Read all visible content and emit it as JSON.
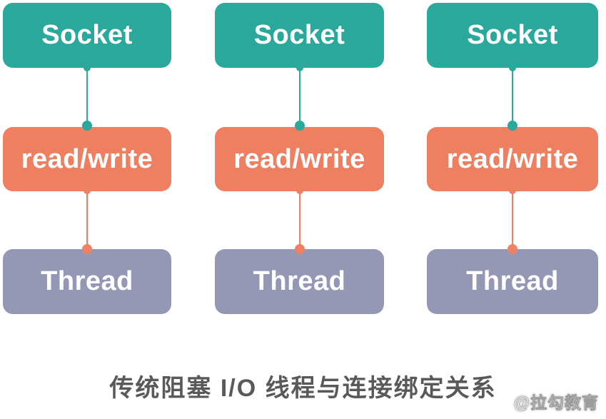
{
  "diagram": {
    "title": "传统阻塞 I/O 线程与连接绑定关系",
    "columns": [
      {
        "socket_label": "Socket",
        "readwrite_label": "read/write",
        "thread_label": "Thread"
      },
      {
        "socket_label": "Socket",
        "readwrite_label": "read/write",
        "thread_label": "Thread"
      },
      {
        "socket_label": "Socket",
        "readwrite_label": "read/write",
        "thread_label": "Thread"
      }
    ],
    "colors": {
      "socket_box": "#2aa89b",
      "readwrite_box": "#ee7f60",
      "thread_box": "#9598b5",
      "socket_connector": "#2aa89b",
      "readwrite_connector": "#ee8164",
      "box_text": "#ffffff",
      "caption_text": "#58595b",
      "background": "#ffffff"
    }
  },
  "caption": {
    "text": "传统阻塞 I/O 线程与连接绑定关系"
  },
  "watermark": {
    "text": "@拉勾教育",
    "color": "#ffffff"
  }
}
